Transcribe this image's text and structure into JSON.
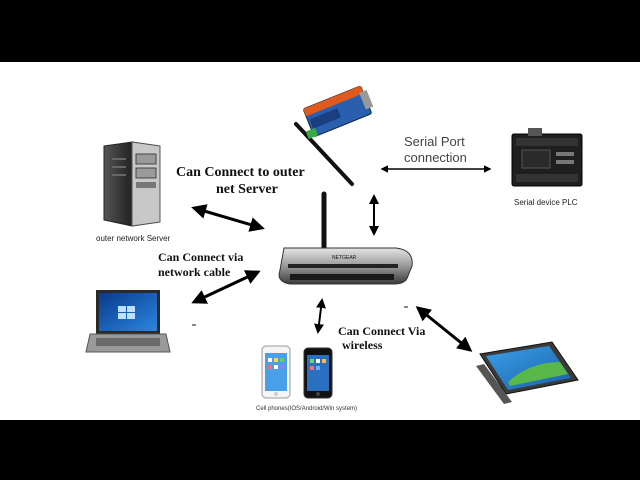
{
  "labels": {
    "outer_server_connect_line1": "Can Connect to outer",
    "outer_server_connect_line2": "net Server",
    "outer_network_server": "outer network Server",
    "network_cable_line1": "Can Connect via",
    "network_cable_line2": "network cable",
    "serial_port_line1": "Serial Port",
    "serial_port_line2": "connection",
    "serial_device_plc": "Serial device PLC",
    "wireless_line1": "Can Connect Via",
    "wireless_line2": "wireless",
    "cell_phones": "Cell phones(IOS/Android/Win system)",
    "router_brand": "NETGEAR"
  },
  "colors": {
    "background_frame": "#000000",
    "canvas": "#ffffff",
    "arrow": "#000000",
    "serial_converter": "#2a5fb0",
    "serial_converter_accent": "#e05a1e",
    "laptop_screen": "#1e6fd0",
    "tablet_screen": "#2c8ed6"
  },
  "icons": [
    "tower-server-icon",
    "serial-converter-icon",
    "plc-device-icon",
    "wifi-router-icon",
    "laptop-icon",
    "smartphone-white-icon",
    "smartphone-black-icon",
    "tablet-icon"
  ]
}
